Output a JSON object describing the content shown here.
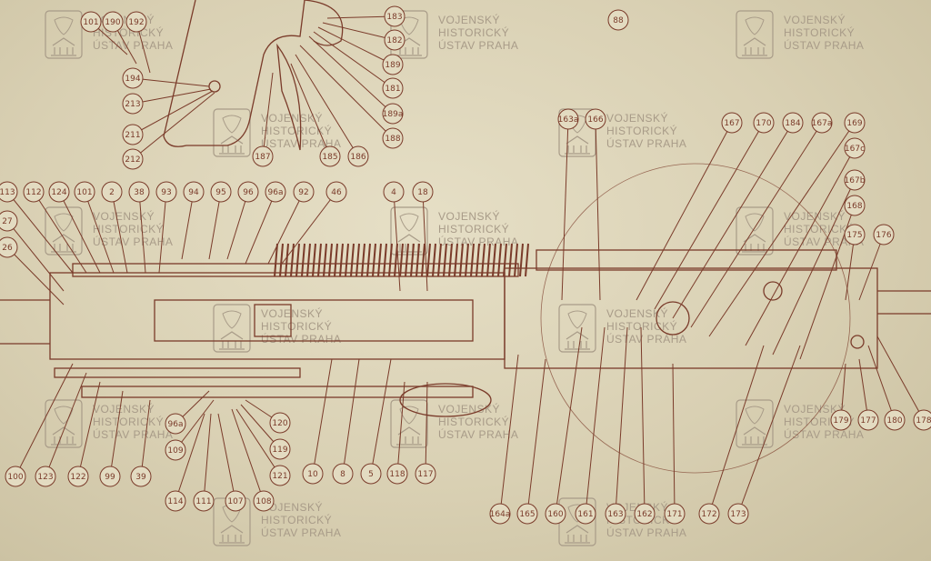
{
  "watermark": {
    "lines": [
      "VOJENSKÝ",
      "HISTORICKÝ",
      "ÚSTAV PRAHA"
    ],
    "logo_icon": "vhu-crest-icon"
  },
  "callouts": [
    "101",
    "190",
    "192",
    "183",
    "182",
    "189",
    "181",
    "189a",
    "188",
    "186",
    "185",
    "187",
    "194",
    "213",
    "211",
    "212",
    "88",
    "163a",
    "166",
    "167",
    "170",
    "184",
    "167a",
    "169",
    "167c",
    "167b",
    "168",
    "175",
    "176",
    "113",
    "112",
    "124",
    "101",
    "2",
    "38",
    "93",
    "94",
    "95",
    "96",
    "96a",
    "92",
    "46",
    "4",
    "18",
    "27",
    "26",
    "100",
    "123",
    "122",
    "99",
    "39",
    "96a",
    "109",
    "114",
    "111",
    "107",
    "108",
    "120",
    "119",
    "121",
    "10",
    "8",
    "5",
    "118",
    "117",
    "164a",
    "165",
    "160",
    "161",
    "163",
    "162",
    "171",
    "172",
    "173",
    "179",
    "177",
    "180",
    "178"
  ],
  "colors": {
    "ink": "#7a3b2a",
    "paper": "#d8cfb2",
    "watermark": "#a89b88"
  }
}
